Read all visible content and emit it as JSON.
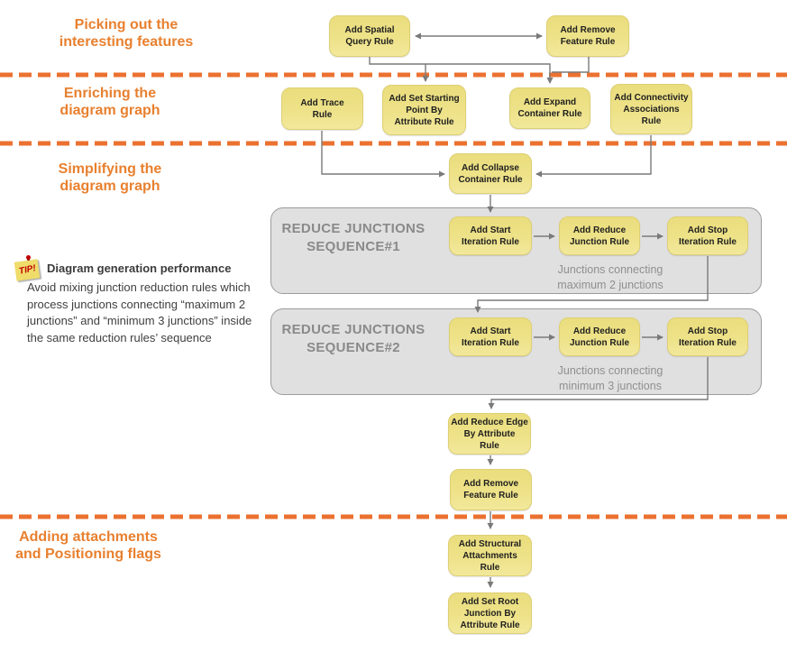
{
  "headings": [
    {
      "label": "Picking out the\ninteresting features"
    },
    {
      "label": "Enriching the\ndiagram graph"
    },
    {
      "label": "Simplifying the\ndiagram graph"
    },
    {
      "label": "Adding attachments\nand Positioning flags"
    }
  ],
  "boxes": [
    {
      "label": "Add Spatial\nQuery Rule"
    },
    {
      "label": "Add Remove\nFeature Rule"
    },
    {
      "label": "Add Trace\nRule"
    },
    {
      "label": "Add Set Starting\nPoint By\nAttribute Rule"
    },
    {
      "label": "Add Expand\nContainer Rule"
    },
    {
      "label": "Add Connectivity\nAssociations\nRule"
    },
    {
      "label": "Add Collapse\nContainer Rule"
    },
    {
      "label": "Add Start\nIteration Rule"
    },
    {
      "label": "Add Reduce\nJunction Rule"
    },
    {
      "label": "Add Stop\nIteration Rule"
    },
    {
      "label": "Add Start\nIteration Rule"
    },
    {
      "label": "Add Reduce\nJunction Rule"
    },
    {
      "label": "Add Stop\nIteration Rule"
    },
    {
      "label": "Add Reduce Edge\nBy Attribute\nRule"
    },
    {
      "label": "Add Remove\nFeature Rule"
    },
    {
      "label": "Add Structural\nAttachments\nRule"
    },
    {
      "label": "Add Set Root\nJunction By\nAttribute Rule"
    }
  ],
  "sequences": [
    {
      "title": "REDUCE JUNCTIONS\nSEQUENCE#1",
      "caption": "Junctions connecting\nmaximum 2 junctions"
    },
    {
      "title": "REDUCE JUNCTIONS\nSEQUENCE#2",
      "caption": "Junctions connecting\nminimum 3 junctions"
    }
  ],
  "tip": {
    "icon_label": "TIP!",
    "title": "Diagram generation performance",
    "body": "Avoid mixing junction reduction rules which process junctions connecting “maximum 2 junctions” and “minimum 3 junctions” inside the same reduction rules’ sequence"
  },
  "colors": {
    "accent_orange": "#E8802F",
    "separator_orange": "#EB7130",
    "box_yellow": "#ECE084",
    "container_gray": "#E0E0E0",
    "connector_gray": "#7A7A7A"
  }
}
